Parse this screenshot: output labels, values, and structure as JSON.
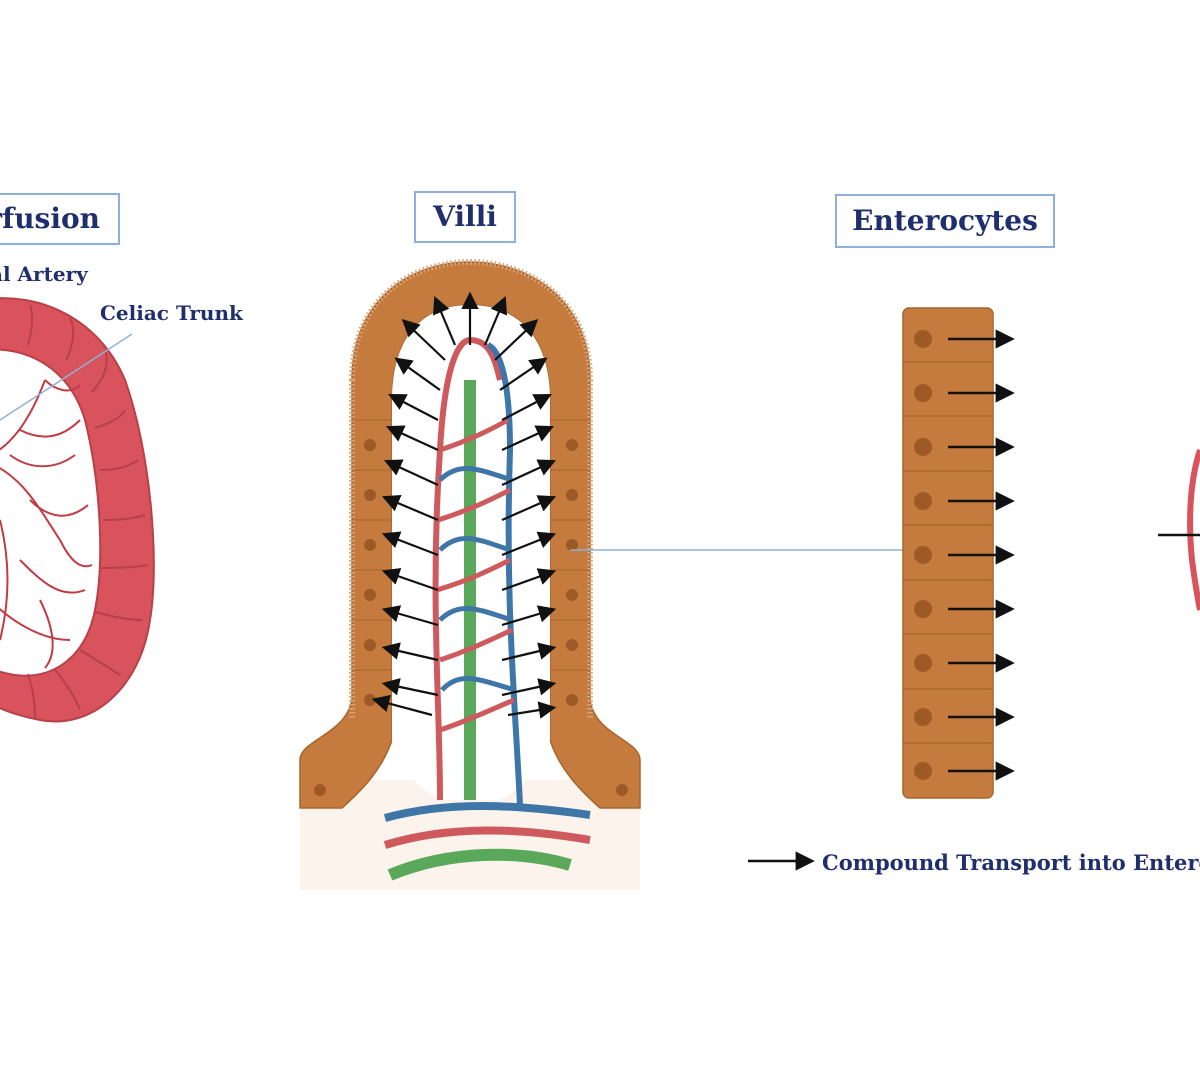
{
  "panels": {
    "perfusion": {
      "title": "rfusion"
    },
    "villi": {
      "title": "Villi"
    },
    "enterocytes": {
      "title": "Enterocytes"
    }
  },
  "annotations": {
    "artery": "al Artery",
    "celiac": "Celiac Trunk"
  },
  "legend": {
    "text": "Compound Transport into Entero"
  },
  "colors": {
    "title_border": "#8fb0dd",
    "text": "#1f2f6e",
    "intestine": "#d9535c",
    "tissue": "#c47b3d",
    "artery": "#cf5a5e",
    "vein": "#3f76a8",
    "lacteal": "#5aa85a",
    "arrow": "#111111"
  }
}
